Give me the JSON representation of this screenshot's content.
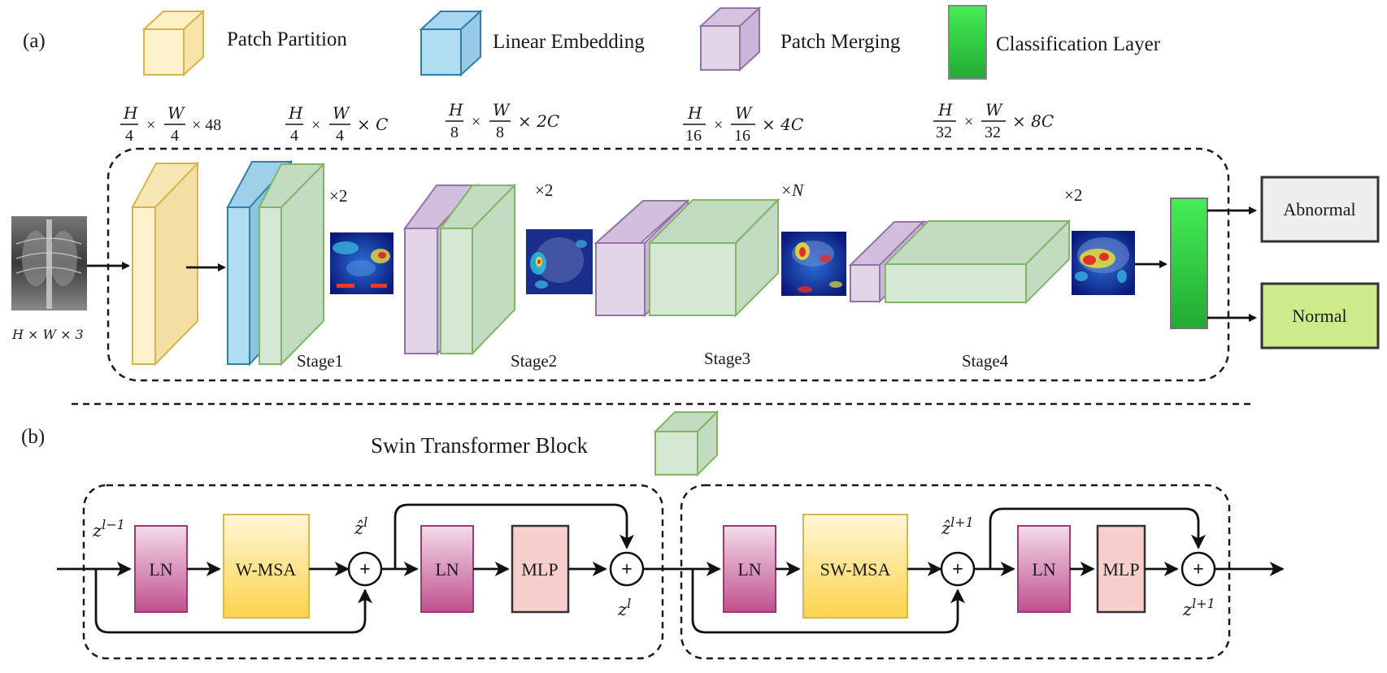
{
  "panel_a": {
    "label": "(a)",
    "legend": {
      "patch_partition": "Patch Partition",
      "linear_embedding": "Linear Embedding",
      "patch_merging": "Patch Merging",
      "classification_layer": "Classification Layer"
    },
    "input_dims": "H × W × 3",
    "dims": {
      "d1": {
        "num1": "H",
        "den1": "4",
        "num2": "W",
        "den2": "4",
        "tail": "× 48"
      },
      "d2": {
        "num1": "H",
        "den1": "4",
        "num2": "W",
        "den2": "4",
        "tail": "× C"
      },
      "d3": {
        "num1": "H",
        "den1": "8",
        "num2": "W",
        "den2": "8",
        "tail": "× 2C"
      },
      "d4": {
        "num1": "H",
        "den1": "16",
        "num2": "W",
        "den2": "16",
        "tail": "× 4C"
      },
      "d5": {
        "num1": "H",
        "den1": "32",
        "num2": "W",
        "den2": "32",
        "tail": "× 8C"
      }
    },
    "times_sign": "×",
    "stages": {
      "s1": "Stage1",
      "s2": "Stage2",
      "s3": "Stage3",
      "s4": "Stage4"
    },
    "repeats": {
      "r1": "×2",
      "r2": "×2",
      "r3": "×N",
      "r4": "×2"
    },
    "outputs": {
      "abnormal": "Abnormal",
      "normal": "Normal"
    }
  },
  "panel_b": {
    "label": "(b)",
    "title": "Swin Transformer Block",
    "block1": {
      "ln1": "LN",
      "msa": "W-MSA",
      "ln2": "LN",
      "mlp": "MLP",
      "in_var": "z",
      "in_sup": "l−1",
      "mid_var": "ẑ",
      "mid_sup": "l",
      "out_var": "z",
      "out_sup": "l"
    },
    "block2": {
      "ln1": "LN",
      "msa": "SW-MSA",
      "ln2": "LN",
      "mlp": "MLP",
      "mid_var": "ẑ",
      "mid_sup": "l+1",
      "out_var": "z",
      "out_sup": "l+1"
    },
    "plus": "+"
  },
  "colors": {
    "patch_partition": "#fff2cc",
    "linear_embedding": "#b1ddf0",
    "patch_merging": "#e1d5e7",
    "swin_block": "#d5e8d4",
    "classification": "#33cc44",
    "abnormal_box": "#eeeeee",
    "normal_box": "#cdeb8b",
    "ln_box": "#c9619c",
    "msa_box": "#ffd966",
    "mlp_box": "#f8cecc"
  }
}
